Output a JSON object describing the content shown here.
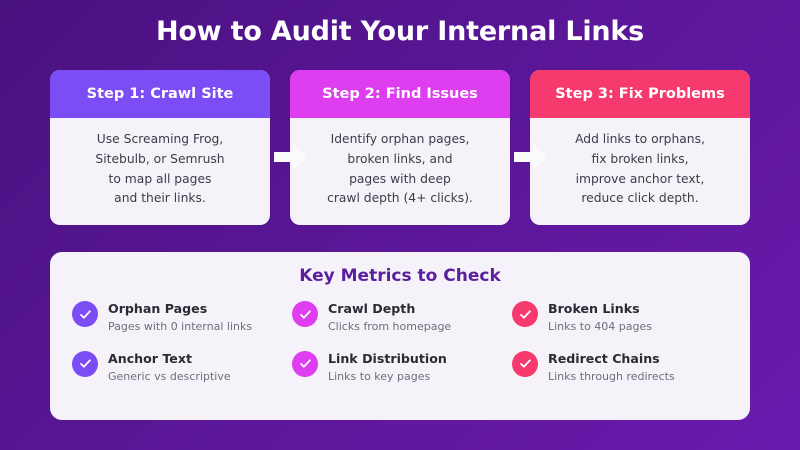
{
  "page": {
    "title": "How to Audit Your Internal Links",
    "background_gradient_from": "#4A1180",
    "background_gradient_to": "#6A1BAE"
  },
  "steps": [
    {
      "header": "Step 1: Crawl Site",
      "header_color": "#7C4DF5",
      "body": "Use Screaming Frog,\nSitebulb, or Semrush\nto map all pages\nand their links."
    },
    {
      "header": "Step 2: Find Issues",
      "header_color": "#DE3EF0",
      "body": "Identify orphan pages,\nbroken links, and\npages with deep\ncrawl depth (4+ clicks)."
    },
    {
      "header": "Step 3: Fix Problems",
      "header_color": "#F73A6E",
      "body": "Add links to orphans,\nfix broken links,\nimprove anchor text,\nreduce click depth."
    }
  ],
  "connectors": [
    {
      "name": "arrow-step1-to-step2",
      "icon": "arrow-right-icon"
    },
    {
      "name": "arrow-step2-to-step3",
      "icon": "arrow-right-icon"
    }
  ],
  "metrics_panel": {
    "title": "Key Metrics to Check",
    "title_color": "#5B1F9E",
    "items": [
      {
        "label": "Orphan Pages",
        "description": "Pages with 0 internal links",
        "badge_color": "#7C4DF5",
        "icon": "check-icon"
      },
      {
        "label": "Crawl Depth",
        "description": "Clicks from homepage",
        "badge_color": "#DE3EF0",
        "icon": "check-icon"
      },
      {
        "label": "Broken Links",
        "description": "Links to 404 pages",
        "badge_color": "#F73A6E",
        "icon": "check-icon"
      },
      {
        "label": "Anchor Text",
        "description": "Generic vs descriptive",
        "badge_color": "#7C4DF5",
        "icon": "check-icon"
      },
      {
        "label": "Link Distribution",
        "description": "Links to key pages",
        "badge_color": "#DE3EF0",
        "icon": "check-icon"
      },
      {
        "label": "Redirect Chains",
        "description": "Links through redirects",
        "badge_color": "#F73A6E",
        "icon": "check-icon"
      }
    ]
  }
}
